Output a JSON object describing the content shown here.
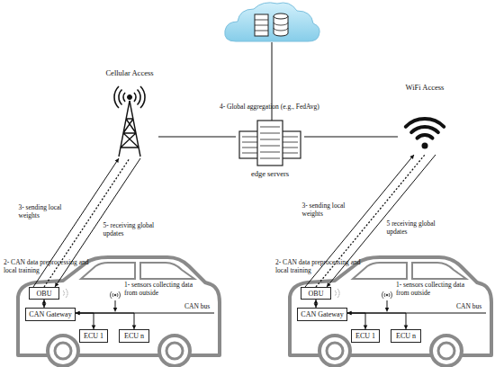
{
  "diagram": {
    "nodes": [
      {
        "text": [
          "Cellular Access"
        ]
      },
      {
        "text": [
          "edge servers"
        ]
      },
      {
        "text": [
          "WiFi Access"
        ]
      },
      {
        "text": [
          "OBU"
        ]
      },
      {
        "text": [
          "CAN Gateway"
        ]
      },
      {
        "text": [
          "ECU 1"
        ]
      },
      {
        "text": [
          "ECU n"
        ]
      },
      {
        "text": [
          "OBU"
        ]
      },
      {
        "text": [
          "CAN Gateway"
        ]
      },
      {
        "text": [
          "ECU 1"
        ]
      },
      {
        "text": [
          "ECU n"
        ]
      }
    ],
    "edges": [
      {
        "from": 0,
        "to": 1,
        "arrow": "none"
      },
      {
        "from": 1,
        "to": 2,
        "arrow": "none"
      },
      {
        "from": 3,
        "to": 0,
        "arrow": "none"
      },
      {
        "from": 3,
        "to": 0,
        "label": "3- sending local weights",
        "arrow": "to"
      },
      {
        "from": 0,
        "to": 3,
        "label": "5- receiving global updates",
        "arrow": "to"
      },
      {
        "from": 3,
        "to": 4,
        "arrow": "both"
      },
      {
        "from": 4,
        "to": 5,
        "arrow": "both"
      },
      {
        "from": 4,
        "to": 6,
        "arrow": "both"
      },
      {
        "from": 7,
        "to": 2,
        "arrow": "none"
      },
      {
        "from": 7,
        "to": 2,
        "label": "3- sending local weights",
        "arrow": "to"
      },
      {
        "from": 2,
        "to": 7,
        "label": "5 receiving global updates",
        "arrow": "to"
      },
      {
        "from": 7,
        "to": 8,
        "arrow": "both"
      },
      {
        "from": 8,
        "to": 9,
        "arrow": "both"
      },
      {
        "from": 8,
        "to": 10,
        "arrow": "both"
      }
    ],
    "labels": [
      "4- Global aggregation (e.g., FedAvg)",
      "2- CAN data preprocessing and local training",
      "1- sensors collecting data from outside",
      "CAN bus",
      "2- CAN data preprocessing and local training",
      "1- sensors collecting data from outside",
      "CAN bus"
    ]
  }
}
